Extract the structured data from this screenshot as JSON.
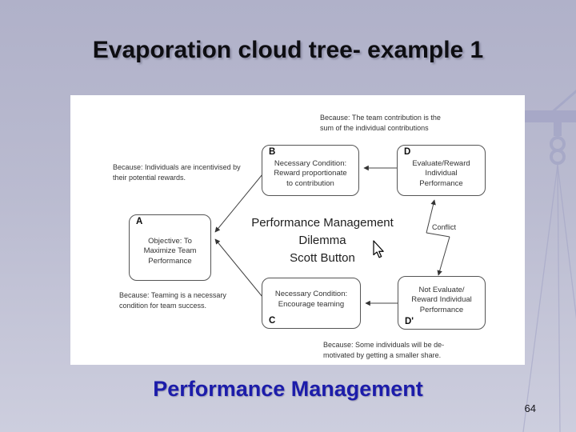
{
  "slide": {
    "title": "Evaporation cloud tree- example 1",
    "caption": "Performance Management",
    "page_number": "64"
  },
  "diagram": {
    "center": {
      "line1": "Performance Management",
      "line2": "Dilemma",
      "line3": "Scott Button"
    },
    "conflict_label": "Conflict",
    "boxes": {
      "A": {
        "letter": "A",
        "lines": [
          "Objective:  To",
          "Maximize Team",
          "Performance"
        ]
      },
      "B": {
        "letter": "B",
        "lines": [
          "Necessary Condition:",
          "Reward proportionate",
          "to contribution"
        ]
      },
      "C": {
        "letter": "C",
        "lines": [
          "Necessary Condition:",
          "Encourage teaming"
        ]
      },
      "D": {
        "letter": "D",
        "lines": [
          "Evaluate/Reward",
          "Individual",
          "Performance"
        ]
      },
      "Dprime": {
        "letter": "D'",
        "lines": [
          "Not Evaluate/",
          "Reward Individual",
          "Performance"
        ]
      }
    },
    "annotations": {
      "top": [
        "Because: The team contribution is the",
        "sum of the individual contributions"
      ],
      "left": [
        "Because: Individuals are incentivised by",
        "their potential rewards."
      ],
      "bottom_left": [
        "Because: Teaming is  a necessary",
        "condition for team success."
      ],
      "bottom_right": [
        "Because: Some individuals will be de-",
        "motivated by getting a smaller share."
      ]
    }
  },
  "colors": {
    "background_top": "#b0b1c9",
    "background_bottom": "#cdcede",
    "panel": "#ffffff",
    "title_text": "#0e0e12",
    "caption_text": "#1c1caa",
    "diagram_ink": "#3a3a3a",
    "watermark": "#a2a4c5"
  }
}
